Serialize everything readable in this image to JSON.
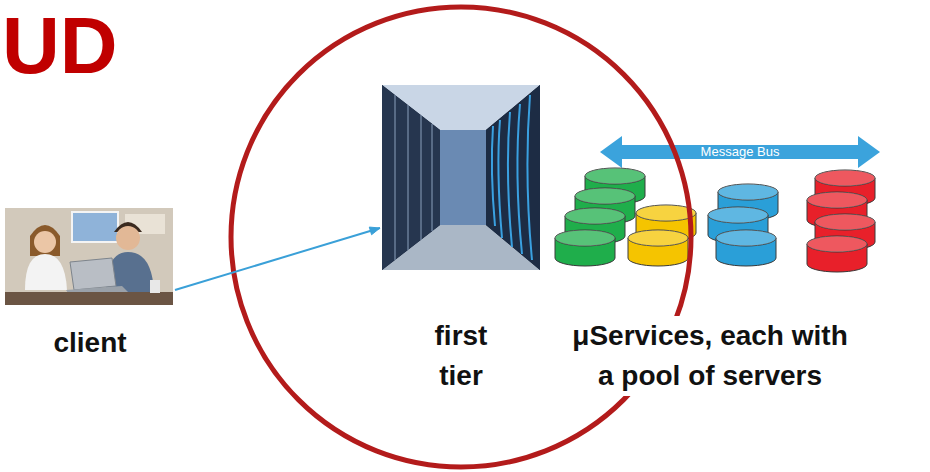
{
  "diagram": {
    "title": "UD",
    "nodes": [
      {
        "text": [
          "client"
        ]
      },
      {
        "text": [
          "first tier"
        ]
      },
      {
        "text": [
          "μServices, each with a pool of servers"
        ]
      }
    ],
    "edges": [
      {
        "from": 0,
        "to": 1,
        "arrow": "to"
      }
    ],
    "labels": [
      "Message Bus"
    ]
  }
}
